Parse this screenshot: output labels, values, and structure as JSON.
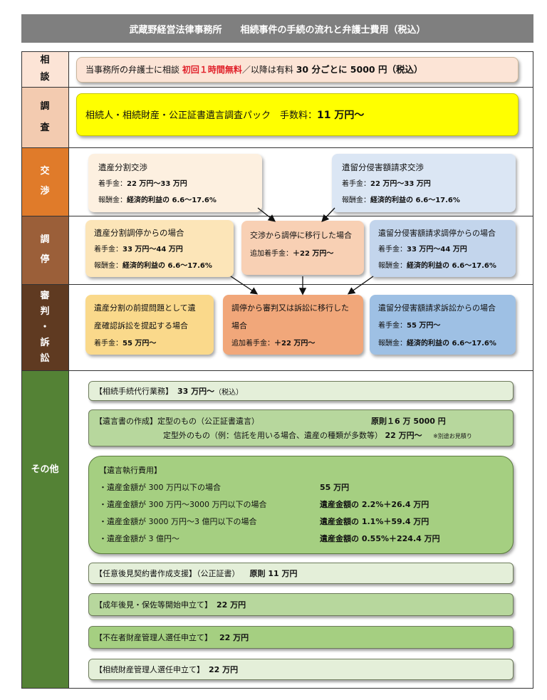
{
  "header": {
    "title": "武蔵野経営法律事務所　　相続事件の手続の流れと弁護士費用（税込）"
  },
  "stages": {
    "consult": "相\n談",
    "survey": "調\n査",
    "negotiate": "交\n渉",
    "mediation": "調\n停",
    "trial": "審\n判\n・\n訴\n訟",
    "other": "その他"
  },
  "consult": {
    "text1": "当事務所の弁護士に相談",
    "free": "初回１時間無料",
    "text2": "／以降は有料",
    "fee": "30 分ごとに 5000 円（税込）"
  },
  "survey": {
    "text": "相続人・相続財産・公正証書遺言調査パック　手数料：",
    "fee": "11 万円～"
  },
  "negotiate": {
    "left": {
      "title": "遺産分割交渉",
      "l1_label": "着手金：",
      "l1_value": "22 万円～33 万円",
      "l2_label": "報酬金：",
      "l2_value": "経済的利益の 6.6～17.6%"
    },
    "right": {
      "title": "遺留分侵害額請求交渉",
      "l1_label": "着手金：",
      "l1_value": "22 万円～33 万円",
      "l2_label": "報酬金：",
      "l2_value": "経済的利益の 6.6～17.6%"
    }
  },
  "mediation": {
    "left": {
      "title": "遺産分割調停からの場合",
      "l1_label": "着手金：",
      "l1_value": "33 万円～44 万円",
      "l2_label": "報酬金：",
      "l2_value": "経済的利益の 6.6～17.6%"
    },
    "mid": {
      "title": "交渉から調停に移行した場合",
      "l1_label": "追加着手金：",
      "l1_value": "＋22 万円～"
    },
    "right": {
      "title": "遺留分侵害額請求調停からの場合",
      "l1_label": "着手金：",
      "l1_value": "33 万円～44 万円",
      "l2_label": "報酬金：",
      "l2_value": "経済的利益の 6.6～17.6%"
    }
  },
  "trial": {
    "left": {
      "title1": "遺産分割の前提問題として遺",
      "title2": "産確認訴訟を提起する場合",
      "l1_label": "着手金：",
      "l1_value": "55 万円～"
    },
    "mid": {
      "title1": "調停から審判又は訴訟に移行した",
      "title2": "場合",
      "l1_label": "追加着手金：",
      "l1_value": "＋22 万円～"
    },
    "right": {
      "title": "遺留分侵害額請求訴訟からの場合",
      "l1_label": "着手金：",
      "l1_value": "55 万円～",
      "l2_label": "報酬金：",
      "l2_value": "経済的利益の 6.6～17.6%"
    }
  },
  "other": {
    "proxy": {
      "label": "【相続手続代行業務】",
      "fee": "33 万円～",
      "tax": "（税込）"
    },
    "will": {
      "label": "【遺言書の作成】",
      "std": "定型のもの（公正証書遺言）",
      "std_fee": "原則１6 万 5000 円",
      "nonstd": "定型外のもの（例：信託を用いる場合、遺産の種類が多数等）",
      "nonstd_fee": "22 万円～",
      "note": "※別途お見積り"
    },
    "exec": {
      "label": "【遺言執行費用】",
      "rows": [
        {
          "cond": "・遺産金額が 300 万円以下の場合",
          "fee": "55 万円"
        },
        {
          "cond": "・遺産金額が 300 万円～3000 万円以下の場合",
          "fee": "遺産金額の 2.2%＋26.4 万円"
        },
        {
          "cond": "・遺産金額が 3000 万円～3 億円以下の場合",
          "fee": "遺産金額の 1.1%＋59.4 万円"
        },
        {
          "cond": "・遺産金額が 3 億円～",
          "fee": "遺産金額の 0.55%＋224.4 万円"
        }
      ]
    },
    "guardian_contract": {
      "label": "【任意後見契約書作成支援】（公正証書）",
      "fee": "原則 11 万円"
    },
    "guardian_petition": {
      "label": "【成年後見・保佐等開始申立て】",
      "fee": "22 万円"
    },
    "absentee": {
      "label": "【不在者財産管理人選任申立て】",
      "fee": "22 万円"
    },
    "estate_admin": {
      "label": "【相続財産管理人選任申立て】",
      "fee": "22 万円"
    }
  },
  "colors": {
    "header": "#7f7f7f",
    "consult": "#fce4d6",
    "survey": "#f3cbb0",
    "negotiate": "#e07b2a",
    "mediation": "#9b5f39",
    "trial": "#5f3a21",
    "other": "#548235",
    "yellow": "#ffff00"
  }
}
